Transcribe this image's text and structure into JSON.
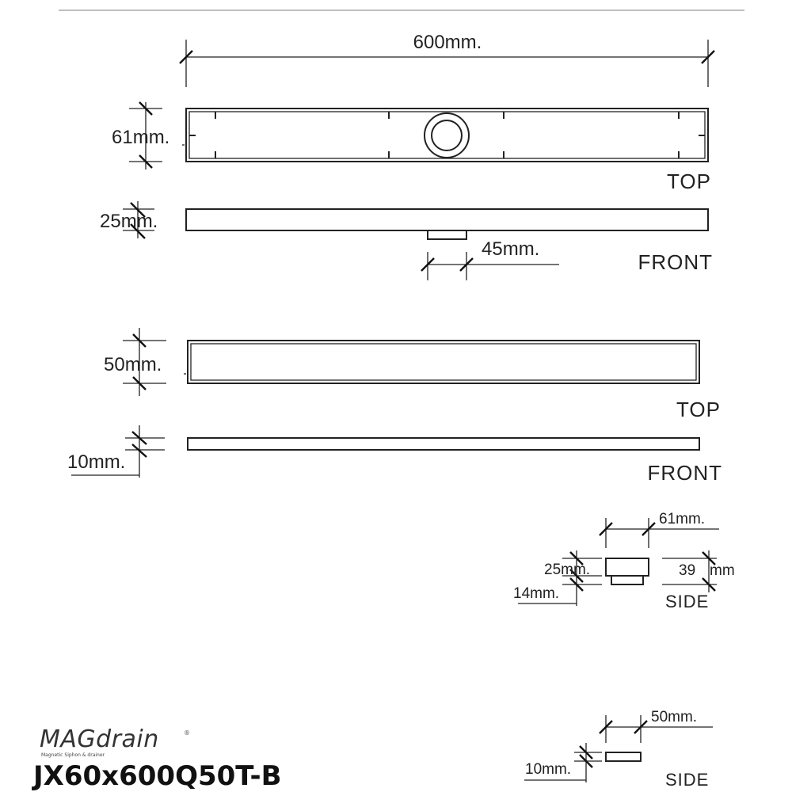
{
  "dimensions": {
    "grate_length": "600mm.",
    "channel_width": "61mm.",
    "channel_height": "25mm.",
    "outlet_width": "45mm.",
    "cover_width": "50mm.",
    "cover_thickness": "10mm.",
    "side_channel_width": "61mm.",
    "side_channel_height": "25mm.",
    "side_outlet_height": "14mm.",
    "side_total_value": "39",
    "side_total_unit": "mm",
    "side_cover_width": "50mm.",
    "side_cover_thickness": "10mm."
  },
  "views": {
    "top": "TOP",
    "front": "FRONT",
    "side": "SIDE"
  },
  "brand": {
    "logo": "MAGdrain",
    "tagline": "Magnetic Siphon & drainer",
    "registered": "®"
  },
  "model": "JX60x600Q50T-B",
  "colors": {
    "line": "#222222",
    "background": "#ffffff"
  }
}
